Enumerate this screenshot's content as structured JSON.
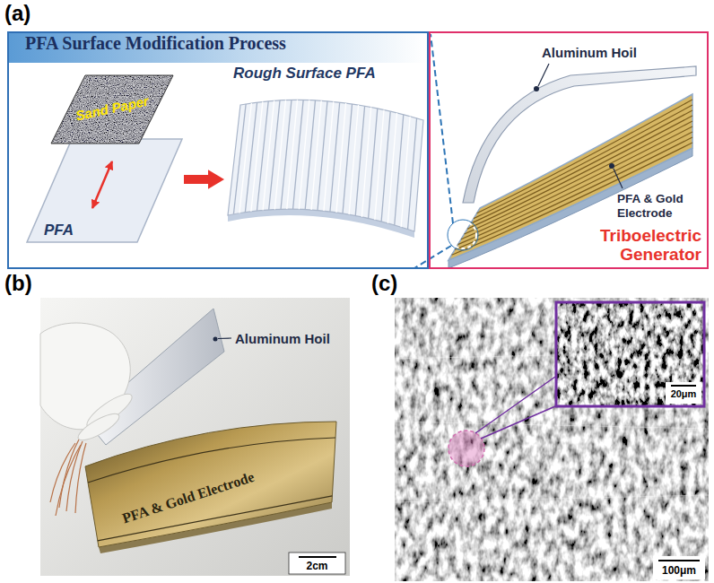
{
  "diagram": {
    "nodes": [
      {
        "text": [
          "PFA Surface Modification Process"
        ]
      },
      {
        "text": [
          "Sand Paper"
        ],
        "in": 0
      },
      {
        "text": [
          "PFA"
        ],
        "in": 0
      },
      {
        "text": [
          "Rough Surface PFA"
        ],
        "in": 0
      },
      {
        "text": [
          "Triboelectric Generator"
        ]
      }
    ],
    "edges": [
      {
        "from": 2,
        "to": 3,
        "arrow": "to"
      }
    ],
    "labels": [
      "(a)",
      "Aluminum Hoil",
      "PFA & Gold Electrode",
      "(b)",
      "Aluminum Hoil",
      "PFA & Gold Electrode",
      "2cm",
      "(c)",
      "20μm",
      "100μm"
    ]
  }
}
